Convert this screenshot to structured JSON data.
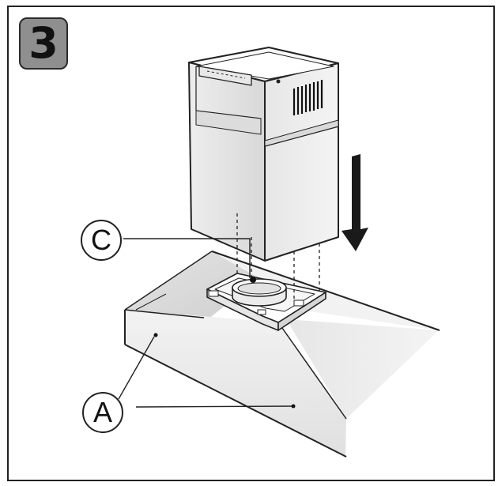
{
  "step": {
    "number": "3"
  },
  "callouts": [
    {
      "id": "C",
      "label": "C"
    },
    {
      "id": "A",
      "label": "A"
    }
  ],
  "icons": {
    "down_arrow": "arrow-down-icon",
    "vent_grille": "vent-grille-icon"
  },
  "colors": {
    "line": "#222222",
    "badge_fill": "#8f8f8f",
    "panel_light": "#f4f4f4",
    "panel_mid": "#e2e2e2",
    "panel_dark": "#cfcfcf"
  }
}
